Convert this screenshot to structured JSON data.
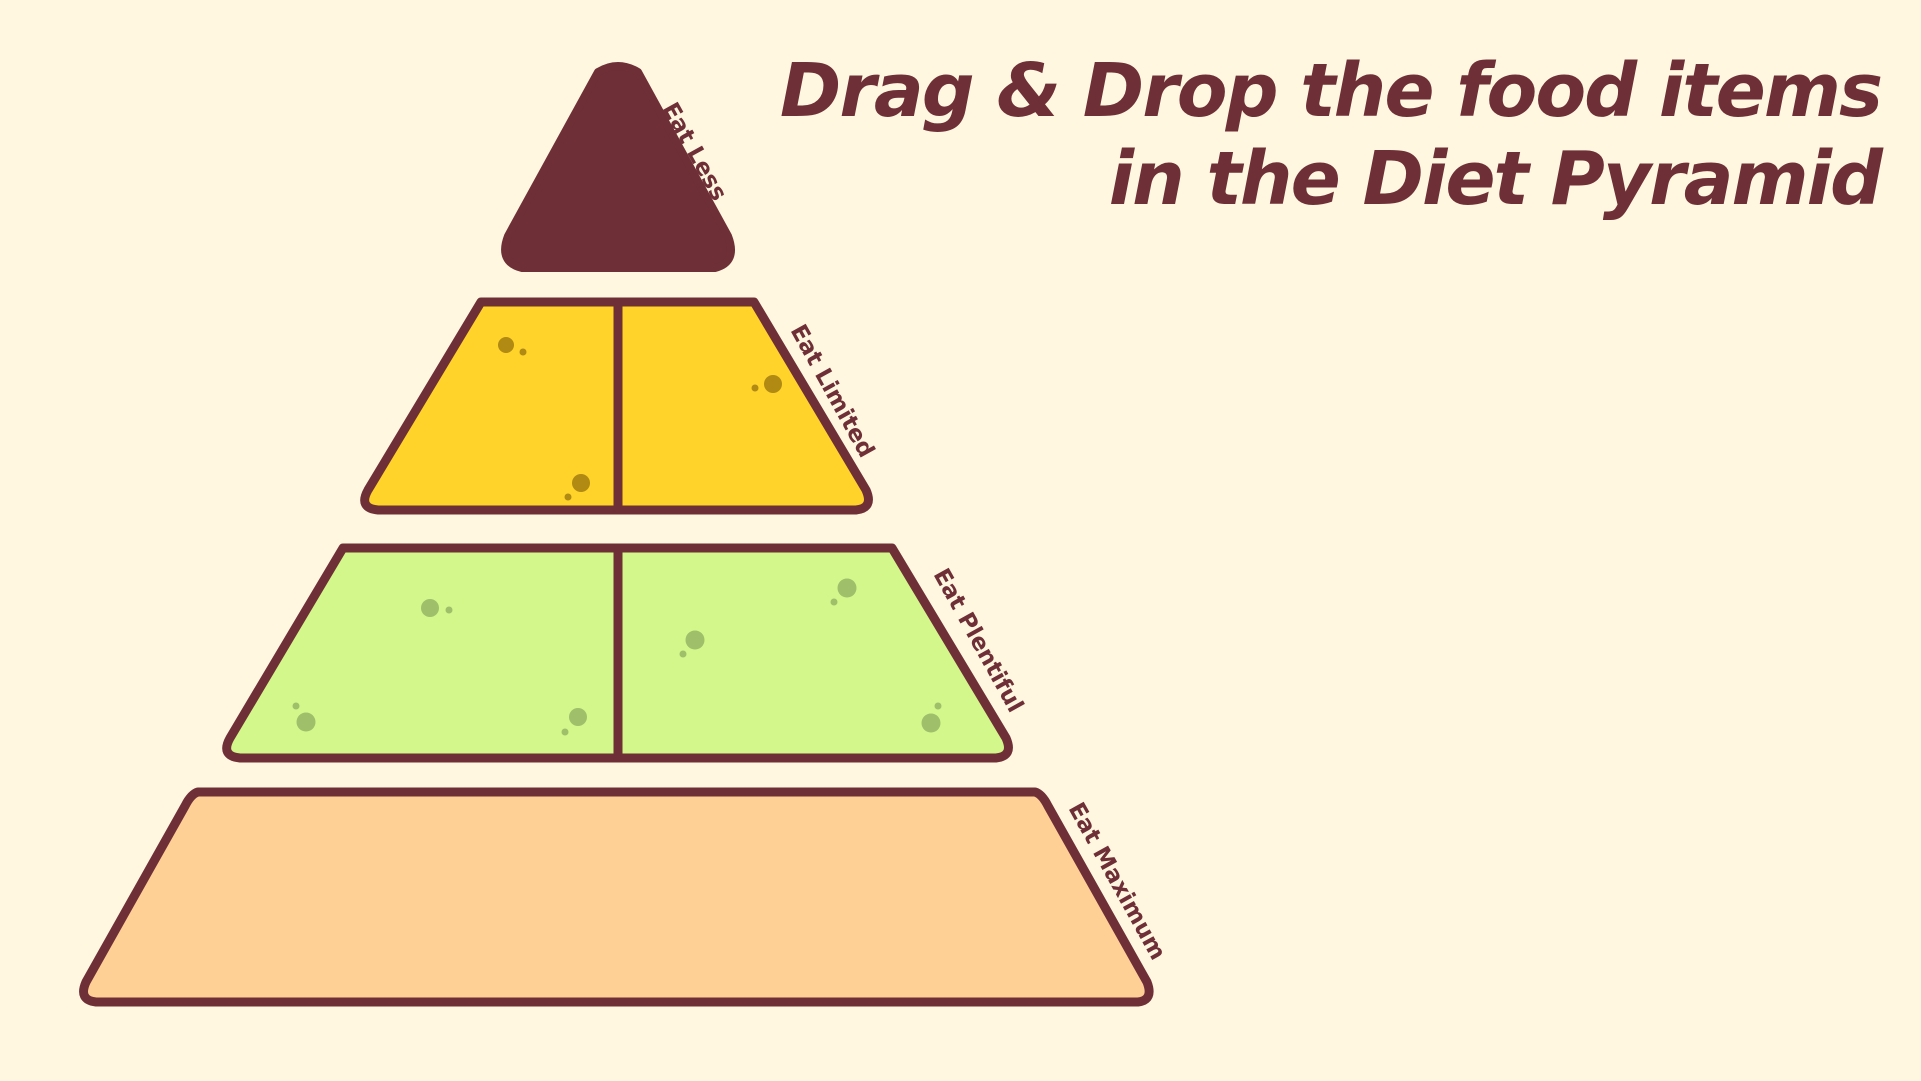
{
  "title": {
    "line1": "Drag & Drop the food items",
    "line2": "in the Diet Pyramid"
  },
  "pyramid": {
    "tiers": [
      {
        "label": "Eat Less",
        "color": "#6F2F37",
        "slots": 1
      },
      {
        "label": "Eat Limited",
        "color": "#FFD32A",
        "slots": 2
      },
      {
        "label": "Eat Plentiful",
        "color": "#D3F78A",
        "slots": 2
      },
      {
        "label": "Eat Maximum",
        "color": "#FFD095",
        "slots": 1
      }
    ]
  },
  "colors": {
    "background": "#FFF7E0",
    "outline": "#6F2F37",
    "title": "#6F2F37",
    "dots_limited": "#B08A12",
    "dots_plentiful": "#9FBF6B"
  }
}
